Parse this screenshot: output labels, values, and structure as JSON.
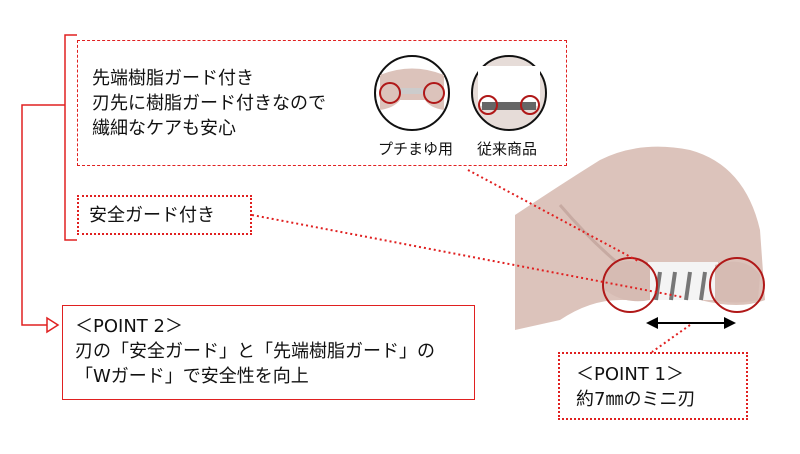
{
  "top_feature": {
    "lines": [
      "先端樹脂ガード付き",
      "刃先に樹脂ガード付きなので",
      "繊細なケアも安心"
    ],
    "compare_left_label": "プチまゆ用",
    "compare_right_label": "従来商品"
  },
  "guard_label": "安全ガード付き",
  "point2": {
    "title": "＜POINT 2＞",
    "lines": [
      "刃の「安全ガード」と「先端樹脂ガード」の",
      "「Wガード」で安全性を向上"
    ]
  },
  "point1": {
    "title": "＜POINT 1＞",
    "line": "約7㎜のミニ刃"
  },
  "colors": {
    "accent": "#e02020",
    "circle": "#b01818",
    "product": "#dcc3bb"
  }
}
